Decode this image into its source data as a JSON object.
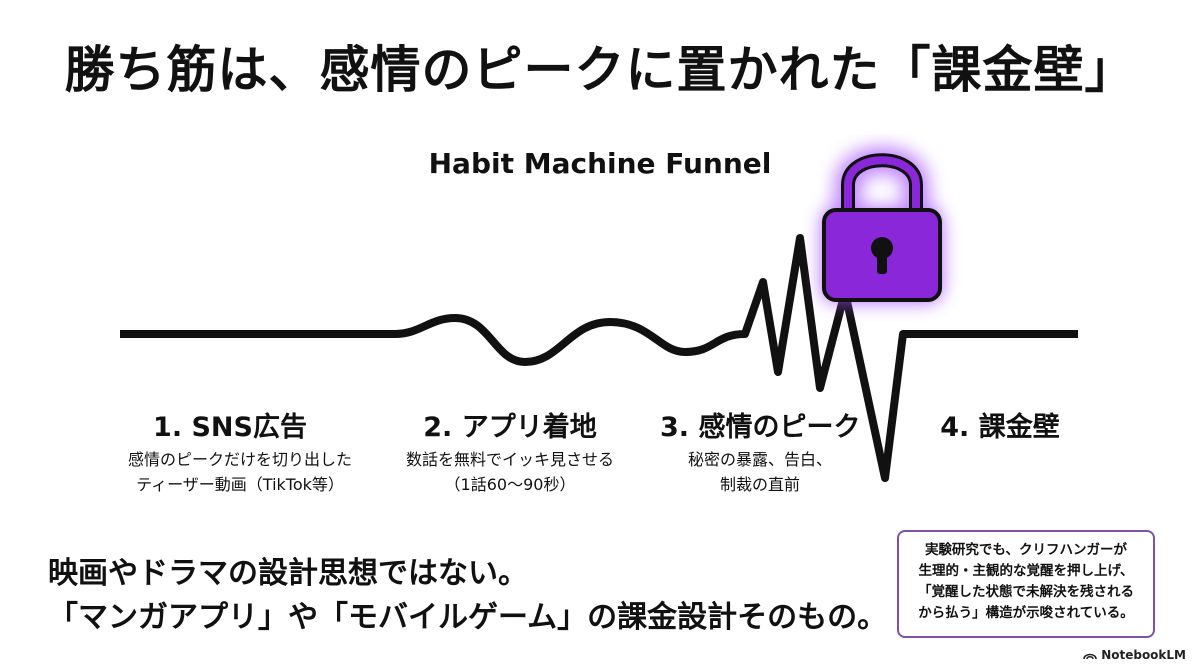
{
  "title": "勝ち筋は、感情のピークに置かれた「課金壁」",
  "subtitle": "Habit Machine Funnel",
  "stages": [
    {
      "title": "1. SNS広告",
      "desc": "感情のピークだけを切り出した\nティーザー動画（TikTok等）"
    },
    {
      "title": "2. アプリ着地",
      "desc": "数話を無料でイッキ見させる\n（1話60〜90秒）"
    },
    {
      "title": "3. 感情のピーク",
      "desc": "秘密の暴露、告白、\n制裁の直前"
    },
    {
      "title": "4. 課金壁",
      "desc": ""
    }
  ],
  "bottom": {
    "line1": "映画やドラマの設計思想ではない。",
    "line2": "「マンガアプリ」や「モバイルゲーム」の課金設計そのもの。"
  },
  "note": "実験研究でも、クリフハンガーが\n生理的・主観的な覚醒を押し上げ、\n「覚醒した状態で未解決を残される\nから払う」構造が示唆されている。",
  "brand": "NotebookLM",
  "colors": {
    "lock": "#8a28d9",
    "lock_glow": "#a24bff",
    "line": "#111111",
    "note_border": "#7d52a8"
  },
  "icons": [
    "lock-icon",
    "notebooklm-logo-icon"
  ]
}
